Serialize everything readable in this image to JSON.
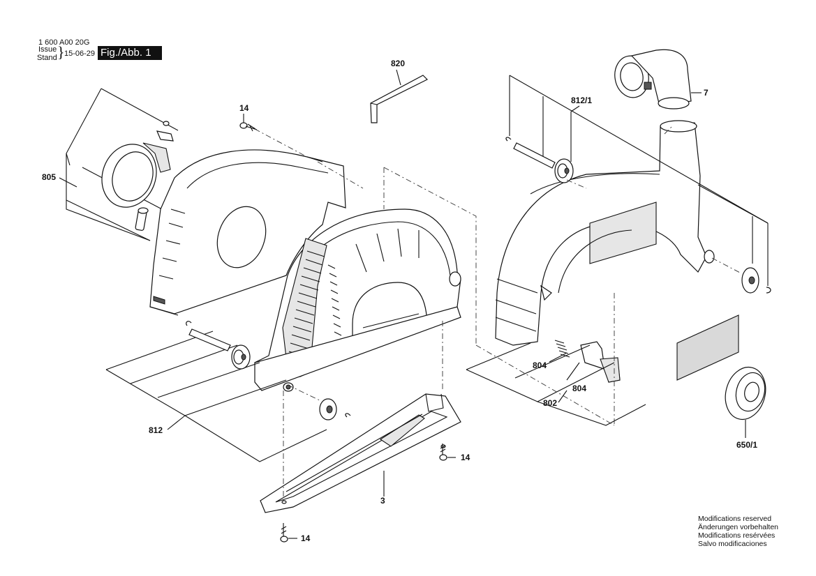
{
  "header": {
    "part_number": "1 600 A00 20G",
    "issue_label": "Issue",
    "stand_label": "Stand",
    "date": "15-06-29",
    "figure_label": "Fig./Abb. 1"
  },
  "callouts": {
    "p820": "820",
    "p14_top": "14",
    "p805": "805",
    "p812_1": "812/1",
    "p7": "7",
    "p812": "812",
    "p804_a": "804",
    "p804_b": "804",
    "p802": "802",
    "p650_1": "650/1",
    "p14_mid": "14",
    "p3": "3",
    "p14_bottom": "14"
  },
  "footer": {
    "line1": "Modifications reserved",
    "line2": "Änderungen vorbehalten",
    "line3": "Modifications resérvées",
    "line4": "Salvo modificaciones"
  }
}
